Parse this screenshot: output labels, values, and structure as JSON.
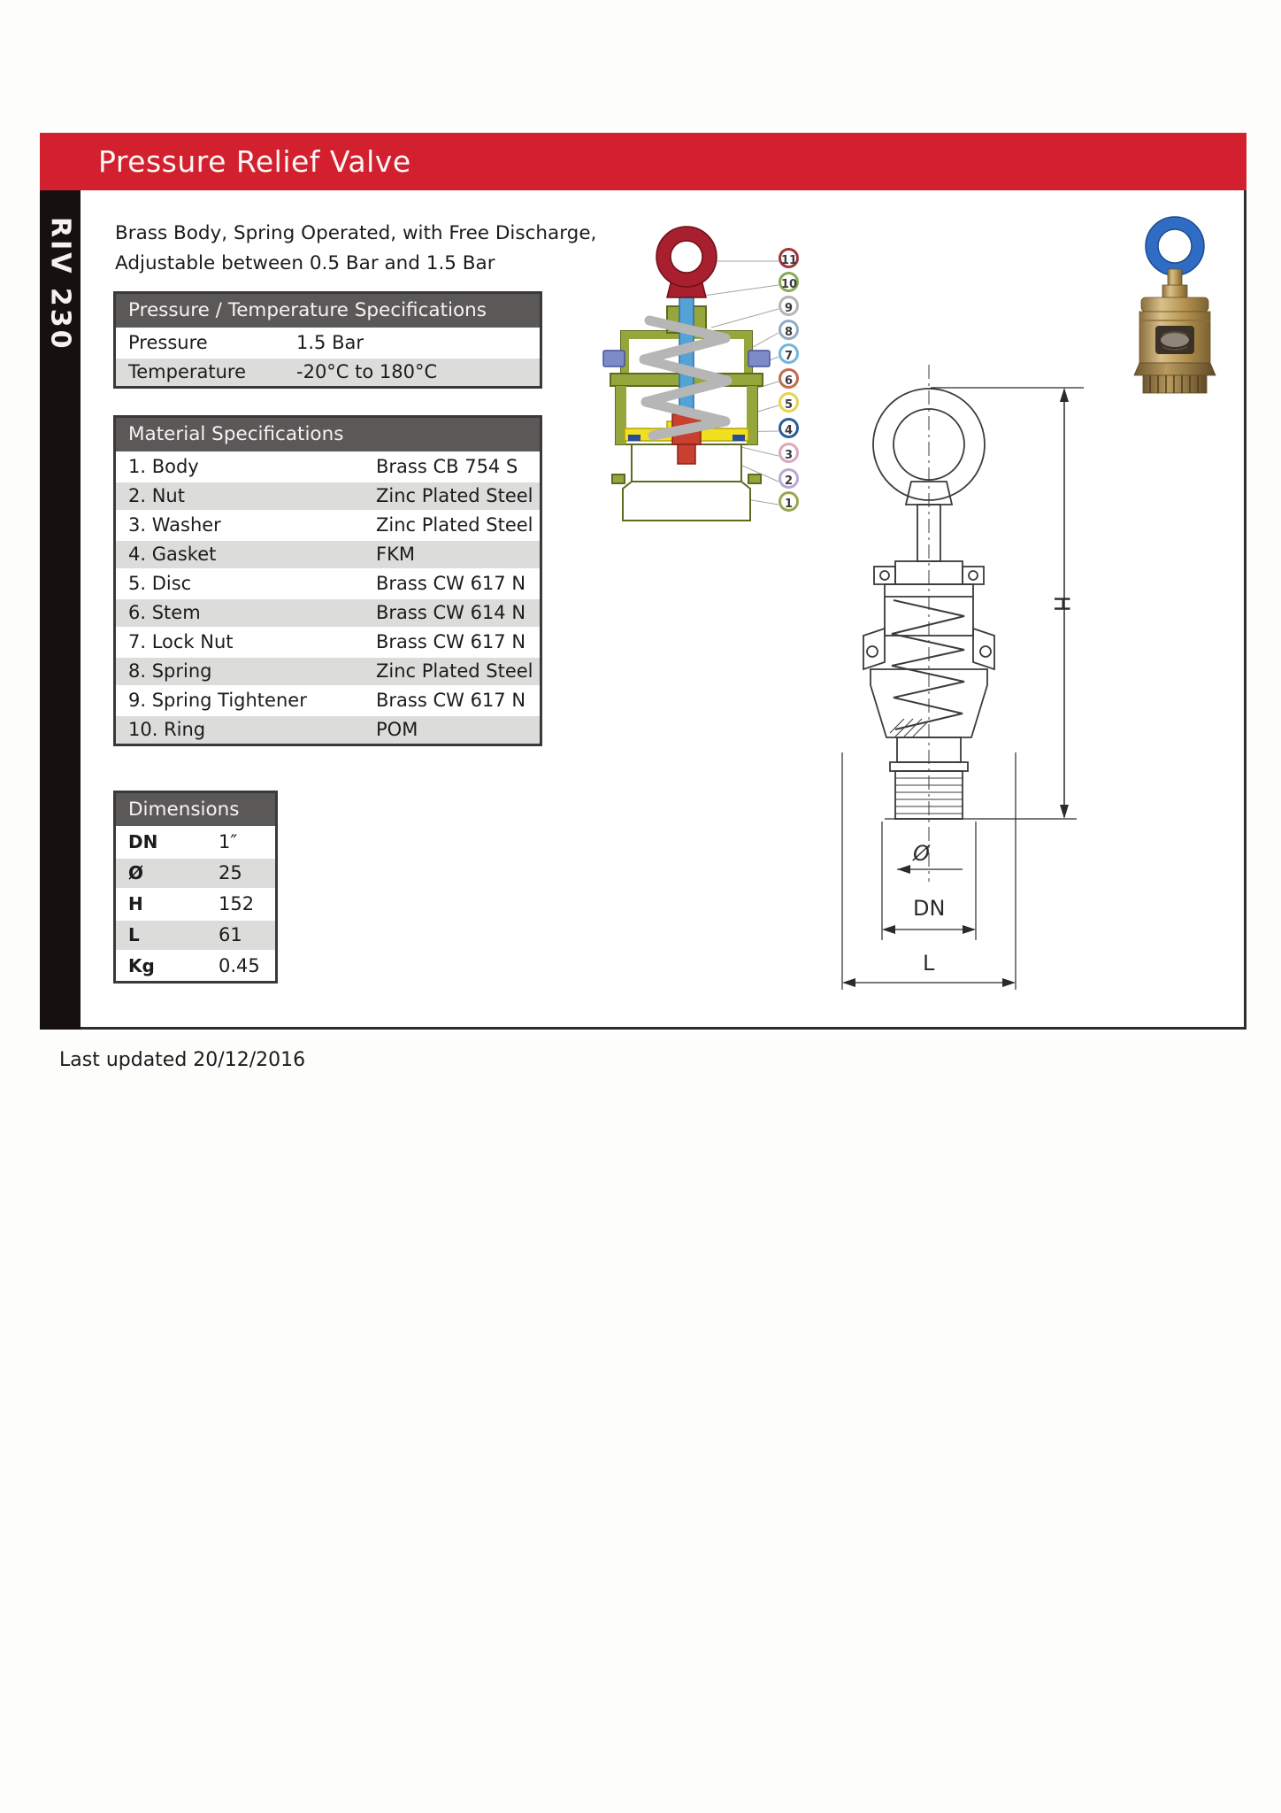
{
  "header": {
    "title": "Pressure Relief Valve"
  },
  "sidebar": {
    "model": "RIV 230"
  },
  "intro": {
    "line1": "Brass Body, Spring Operated, with Free Discharge,",
    "line2": "Adjustable between 0.5 Bar and 1.5 Bar"
  },
  "pt_table": {
    "title": "Pressure / Temperature Specifications",
    "rows": [
      {
        "label": "Pressure",
        "value": "1.5 Bar"
      },
      {
        "label": "Temperature",
        "value": "-20°C to 180°C"
      }
    ]
  },
  "material_table": {
    "title": "Material Specifications",
    "rows": [
      {
        "label": "1. Body",
        "value": "Brass CB 754 S"
      },
      {
        "label": "2. Nut",
        "value": "Zinc Plated Steel"
      },
      {
        "label": "3. Washer",
        "value": "Zinc Plated Steel"
      },
      {
        "label": "4. Gasket",
        "value": "FKM"
      },
      {
        "label": "5. Disc",
        "value": "Brass CW 617 N"
      },
      {
        "label": "6. Stem",
        "value": "Brass CW 614 N"
      },
      {
        "label": "7. Lock Nut",
        "value": "Brass CW 617 N"
      },
      {
        "label": "8. Spring",
        "value": "Zinc Plated Steel"
      },
      {
        "label": "9. Spring Tightener",
        "value": "Brass CW 617 N"
      },
      {
        "label": "10. Ring",
        "value": "POM"
      }
    ]
  },
  "dimensions_table": {
    "title": "Dimensions",
    "rows": [
      {
        "label": "DN",
        "value": "1″"
      },
      {
        "label": "Ø",
        "value": "25"
      },
      {
        "label": "H",
        "value": "152"
      },
      {
        "label": "L",
        "value": "61"
      },
      {
        "label": "Kg",
        "value": "0.45"
      }
    ]
  },
  "cutaway_diagram": {
    "callouts": [
      {
        "num": "11",
        "color": "#9e3538"
      },
      {
        "num": "10",
        "color": "#86ab52"
      },
      {
        "num": "9",
        "color": "#b4b4b4"
      },
      {
        "num": "8",
        "color": "#92aac6"
      },
      {
        "num": "7",
        "color": "#72b5da"
      },
      {
        "num": "6",
        "color": "#c36a4e"
      },
      {
        "num": "5",
        "color": "#e6d44e"
      },
      {
        "num": "4",
        "color": "#2c5c9c"
      },
      {
        "num": "3",
        "color": "#d9a8be"
      },
      {
        "num": "2",
        "color": "#b9a8d2"
      },
      {
        "num": "1",
        "color": "#97a84c"
      }
    ]
  },
  "technical_drawing": {
    "labels": {
      "height": "H",
      "diameter": "Ø",
      "nominal": "DN",
      "length": "L"
    }
  },
  "footer": {
    "last_updated": "Last updated 20/12/2016"
  },
  "colors": {
    "accent_red": "#d2202f",
    "sidebar_black": "#171011",
    "table_header_gray": "#5b5858",
    "row_alt_gray": "#dcdcda",
    "body_green": "#97a63c",
    "stem_blue": "#55a3d6",
    "spring_gray": "#b6b6b6",
    "disc_yellow": "#f1e01f",
    "center_red": "#c8402f",
    "ring_red": "#a81f30",
    "photo_ring_blue": "#2f6cc4",
    "brass": "#b3924f"
  }
}
